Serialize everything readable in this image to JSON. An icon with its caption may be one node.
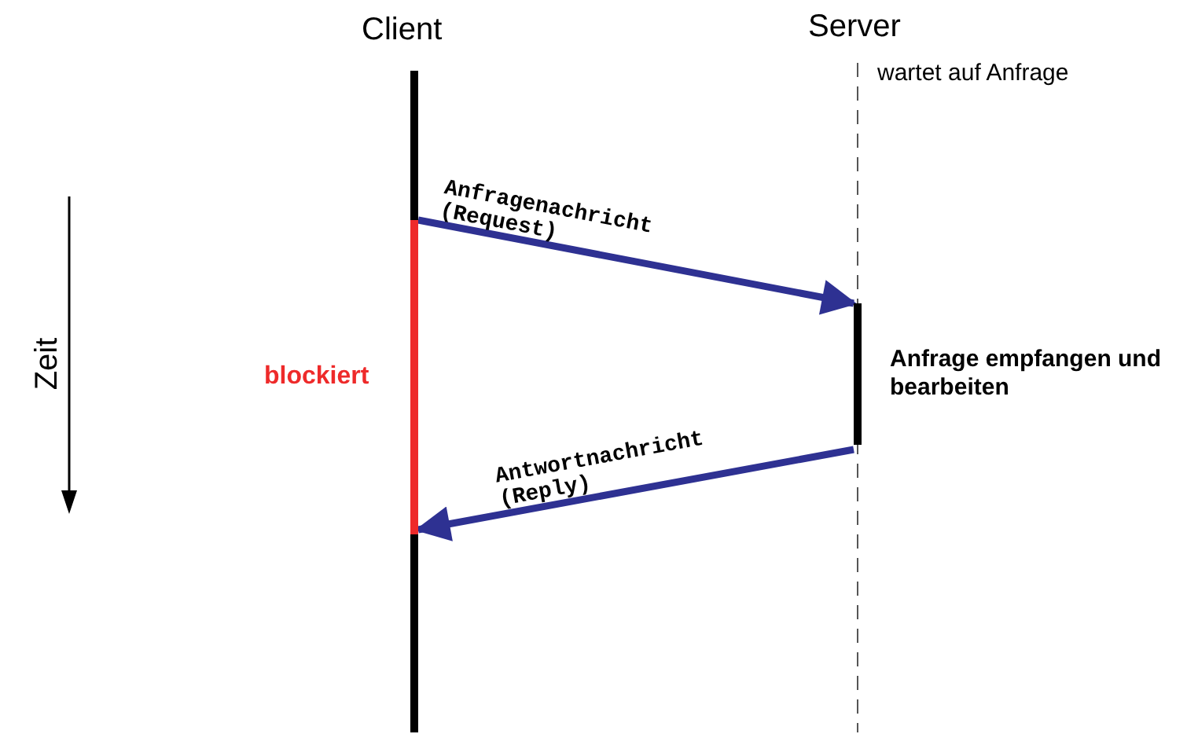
{
  "diagram": {
    "nodes": [
      {
        "text": [],
        "shape": "bar",
        "beside": [
          "blockiert"
        ]
      },
      {
        "text": [],
        "shape": "bar",
        "beside": [
          "Anfrage empfangen und bearbeiten"
        ]
      }
    ],
    "edges": [
      {
        "from": 0,
        "to": 1,
        "arrow": "to",
        "label": "Anfragenachricht (Request)"
      },
      {
        "from": 1,
        "to": 0,
        "arrow": "to",
        "label": "Antwortnachricht (Reply)"
      }
    ],
    "labels": [
      "Client",
      "Server",
      "wartet auf Anfrage",
      "Zeit"
    ]
  }
}
